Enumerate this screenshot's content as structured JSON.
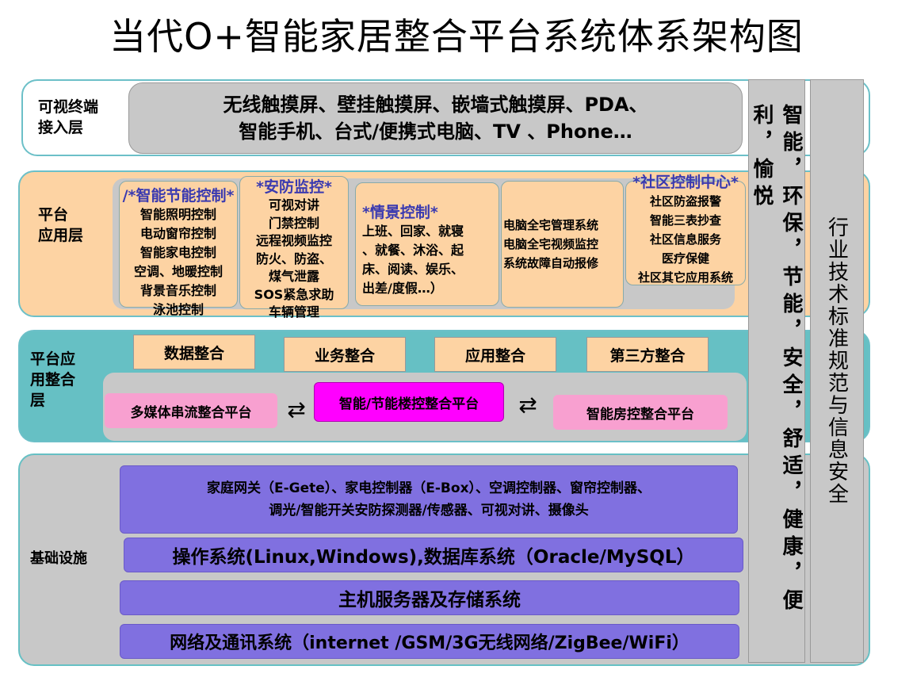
{
  "title": "当代O+智能家居整合平台系统体系架构图",
  "layers": {
    "terminal": {
      "label": "可视终端\n接入层",
      "content": "无线触摸屏、壁挂触摸屏、嵌墙式触摸屏、PDA、\n智能手机、台式/便携式电脑、TV 、Phone…"
    },
    "platform_app": {
      "label": "平台\n应用层",
      "cards": [
        {
          "title": "/*智能节能控制*",
          "body": "智能照明控制\n电动窗帘控制\n智能家电控制\n空调、地暖控制\n背景音乐控制\n泳池控制"
        },
        {
          "title": "*安防监控*",
          "body": "可视对讲\n门禁控制\n远程视频监控\n防火、防盗、\n煤气泄露\nSOS紧急求助\n车辆管理"
        },
        {
          "title": "*情景控制*",
          "body": "上班、回家、就寝\n、就餐、沐浴、起\n床、阅读、娱乐、\n出差/度假…）"
        },
        {
          "title": "",
          "body": "电脑全宅管理系统\n电脑全宅视频监控\n系统故障自动报修"
        },
        {
          "title": "*社区控制中心*",
          "body": "社区防盗报警\n智能三表抄查\n社区信息服务\n医疗保健\n社区其它应用系统"
        }
      ]
    },
    "integration": {
      "label": "平台应\n用整合\n层",
      "tags": [
        "数据整合",
        "业务整合",
        "应用整合",
        "第三方整合"
      ],
      "platforms": [
        "多媒体串流整合平台",
        "智能/节能楼控整合平台",
        "智能房控整合平台"
      ],
      "arrow": "⇄"
    },
    "infrastructure": {
      "label": "基础设施",
      "rows": [
        "家庭网关（E-Gete）、家电控制器（E-Box）、空调控制器、窗帘控制器、\n调光/智能开关安防探测器/传感器、可视对讲、摄像头",
        "操作系统(Linux,Windows),数据库系统（Oracle/MySQL）",
        "主机服务器及存储系统",
        "网络及通讯系统（internet /GSM/3G无线网络/ZigBee/WiFi）"
      ]
    }
  },
  "side_columns": {
    "values": "智能，环保，节能，安全，舒适，健康，便利，愉悦",
    "standards": "行业技术标准规范与信息安全"
  },
  "colors": {
    "layer_border": "#6cc0c8",
    "orange": "#fdd3a3",
    "teal": "#66c0c4",
    "grey": "#c8c8c8",
    "pink": "#f8a0d0",
    "magenta": "#ff00ff",
    "purple": "#8070e0",
    "title_blue": "#3a3ab0"
  }
}
